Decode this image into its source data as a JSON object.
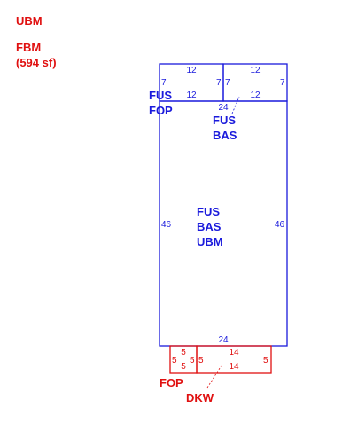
{
  "legend": {
    "line1": "UBM",
    "line2": "FBM",
    "line3": "(594 sf)"
  },
  "colors": {
    "main_structure": "#1a1adc",
    "attachments": "#e01010"
  },
  "diagram": {
    "upper_left": {
      "top": "12",
      "left": "7",
      "right": "7",
      "bottom": "12",
      "label_line1": "FUS",
      "label_line2": "FOP"
    },
    "upper_right": {
      "top": "12",
      "left": "7",
      "right": "7",
      "bottom": "12"
    },
    "main": {
      "top": "24",
      "left": "46",
      "right": "46",
      "bottom": "24",
      "upper_label_line1": "FUS",
      "upper_label_line2": "BAS",
      "center_label_line1": "FUS",
      "center_label_line2": "BAS",
      "center_label_line3": "UBM"
    },
    "porch": {
      "top": "5",
      "left": "5",
      "right": "5",
      "bottom": "5",
      "label": "FOP"
    },
    "deck": {
      "top": "14",
      "left": "5",
      "right": "5",
      "bottom": "14",
      "label": "DKW"
    }
  }
}
